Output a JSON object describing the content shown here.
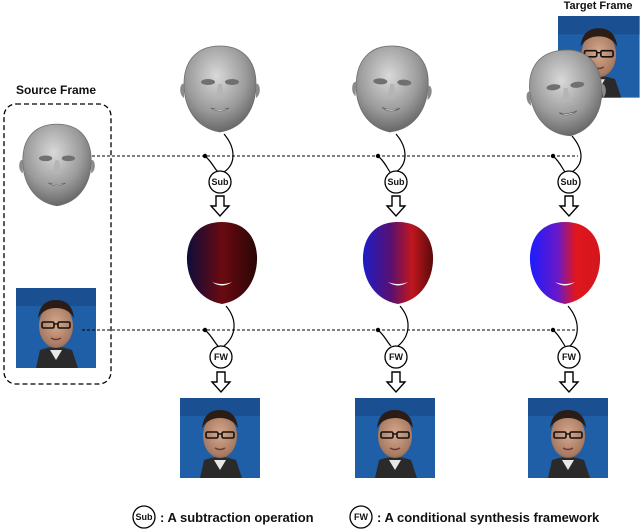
{
  "labels": {
    "source_frame": "Source Frame",
    "target_frame": "Target Frame"
  },
  "nodes": {
    "sub": "Sub",
    "fw": "FW"
  },
  "legend": {
    "sub_symbol": "Sub",
    "sub_text": ": A subtraction operation",
    "fw_symbol": "FW",
    "fw_text": ": A conditional synthesis framework"
  },
  "colors": {
    "mesh_gray": "#9a9a9a",
    "diff_red": "#d4161d",
    "diff_blue": "#1c1cc8",
    "diff_dark": "#2a0606",
    "line": "#000000",
    "photo_bg_blue": "#1f5fa8",
    "skin": "#c99a80"
  },
  "icons": {
    "mesh_face": "gray-3d-face-mesh-icon",
    "diff_face": "red-blue-difference-face-icon",
    "photo": "face-photo-thumbnail-icon",
    "arrow": "hollow-down-arrow-icon"
  }
}
